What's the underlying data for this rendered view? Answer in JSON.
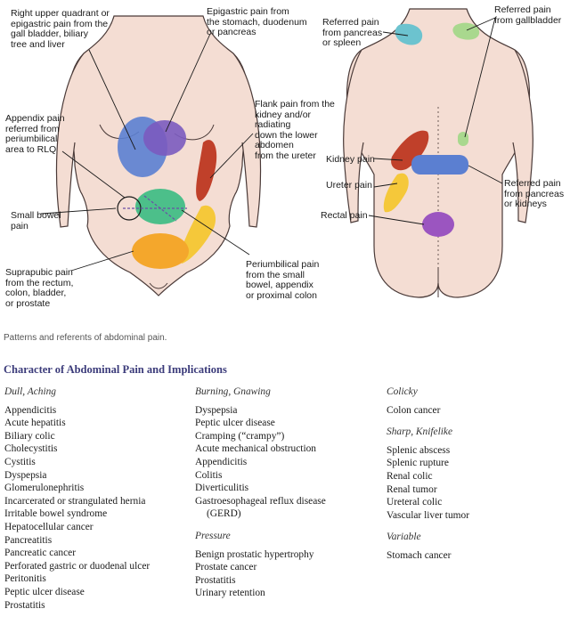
{
  "figure": {
    "labels": {
      "ruq": "Right upper quadrant or\nepigastric pain from the\ngall bladder, biliary\ntree and liver",
      "epigastric": "Epigastric pain from\nthe stomach, duodenum\nor pancreas",
      "appendix": "Appendix pain\nreferred from\nperiumbilical\narea to RLQ",
      "flank": "Flank pain from the\nkidney and/or\nradiating\ndown the lower\nabdomen\nfrom the ureter",
      "small_bowel": "Small bowel\npain",
      "periumbilical": "Periumbilical pain\nfrom the small\nbowel, appendix\nor  proximal colon",
      "suprapubic": "Suprapubic pain\nfrom the rectum,\ncolon, bladder,\nor prostate",
      "referred_pancreas_spleen": "Referred pain\nfrom pancreas\nor spleen",
      "referred_gallbladder": "Referred pain\nfrom gallbladder",
      "kidney": "Kidney pain",
      "ureter": "Ureter pain",
      "rectal": "Rectal pain",
      "referred_pancreas_kidneys": "Referred pain\nfrom pancreas\nor kidneys"
    },
    "colors": {
      "skin": "#f4ddd3",
      "outline": "#4a3a38",
      "blue": "#5b7fd1",
      "purple": "#7b5bbf",
      "green": "#4cbf8a",
      "red": "#c0402a",
      "yellow": "#f5c83a",
      "orange": "#f4a72c",
      "teal": "#6cc3cf",
      "light_green": "#a9d88e",
      "violet": "#9b55c0"
    }
  },
  "caption": "Patterns and referents of abdominal pain.",
  "table": {
    "title": "Character of Abdominal Pain and Implications",
    "col1": {
      "heading": "Dull, Aching",
      "items": [
        "Appendicitis",
        "Acute hepatitis",
        "Biliary colic",
        "Cholecystitis",
        "Cystitis",
        "Dyspepsia",
        "Glomerulonephritis",
        "Incarcerated or strangulated hernia",
        "Irritable bowel syndrome",
        "Hepatocellular cancer",
        "Pancreatitis",
        "Pancreatic cancer",
        "Perforated gastric or duodenal ulcer",
        "Peritonitis",
        "Peptic ulcer disease",
        "Prostatitis"
      ]
    },
    "col2": {
      "heading1": "Burning, Gnawing",
      "items1": [
        "Dyspepsia",
        "Peptic ulcer disease",
        "Cramping (“crampy”)",
        "Acute mechanical obstruction",
        "Appendicitis",
        "Colitis",
        "Diverticulitis",
        "Gastroesophageal reflux disease",
        "(GERD)"
      ],
      "heading2": "Pressure",
      "items2": [
        "Benign prostatic hypertrophy",
        "Prostate cancer",
        "Prostatitis",
        "Urinary retention"
      ]
    },
    "col3": {
      "heading1": "Colicky",
      "items1": [
        "Colon cancer"
      ],
      "heading2": "Sharp, Knifelike",
      "items2": [
        "Splenic abscess",
        "Splenic rupture",
        "Renal colic",
        "Renal tumor",
        "Ureteral colic",
        "Vascular liver tumor"
      ],
      "heading3": "Variable",
      "items3": [
        "Stomach cancer"
      ]
    }
  }
}
